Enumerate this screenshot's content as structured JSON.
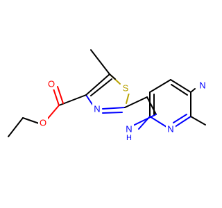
{
  "molecule": {
    "atoms": {
      "sulfur": "S",
      "thiazole_nitrogen": "N",
      "amine_nitrogen": "N",
      "amine_hydrogen": "H",
      "pyridine_nitrogen": "N",
      "nitrile_nitrogen": "N",
      "carbonyl_oxygen": "O",
      "ester_oxygen": "O"
    },
    "colors": {
      "carbon_bond": "#000000",
      "nitrogen": "#0000ff",
      "oxygen": "#ff0000",
      "sulfur": "#b8a200",
      "background": "#ffffff"
    }
  }
}
